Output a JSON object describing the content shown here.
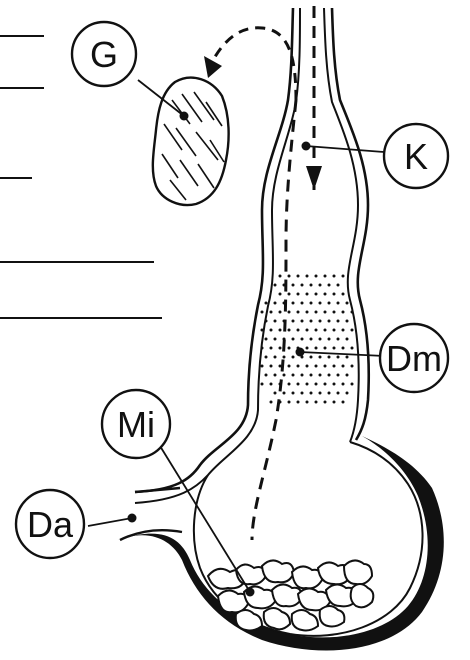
{
  "labels": {
    "g": "G",
    "k": "K",
    "dm": "Dm",
    "mi": "Mi",
    "da": "Da"
  },
  "colors": {
    "ink": "#111111",
    "paper": "#ffffff"
  }
}
